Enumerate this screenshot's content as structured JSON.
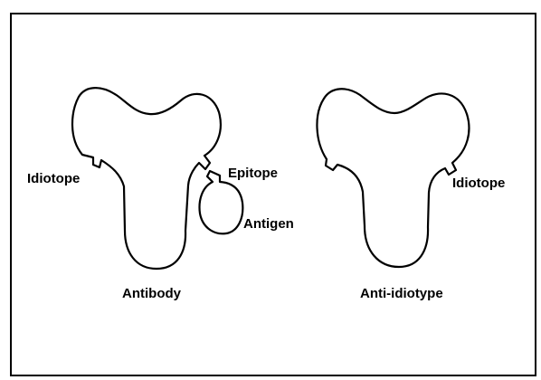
{
  "labels": {
    "idiotope_left": "Idiotope",
    "epitope": "Epitope",
    "antigen": "Antigen",
    "antibody": "Antibody",
    "anti_idiotype": "Anti-idiotype",
    "idiotope_right": "Idiotope"
  },
  "colors": {
    "stroke": "#000000",
    "background": "#ffffff"
  }
}
